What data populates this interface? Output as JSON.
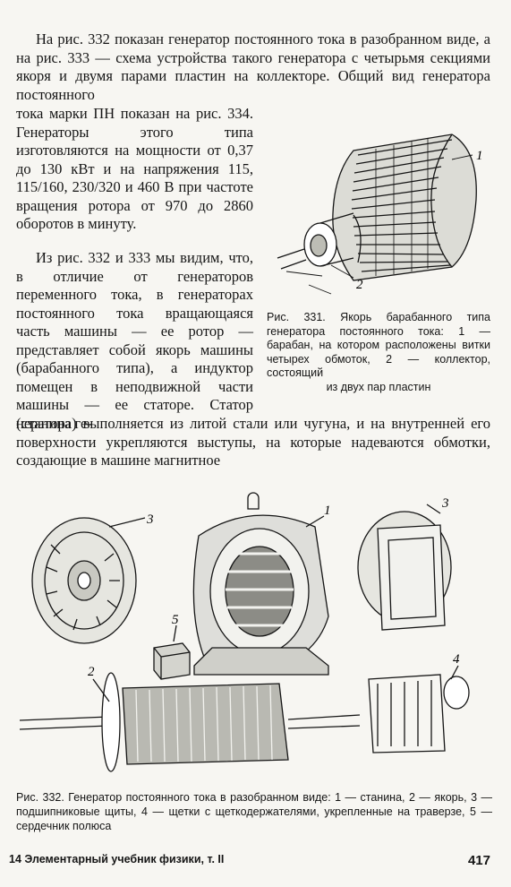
{
  "text": {
    "p1": "На рис. 332 показан генератор постоянного тока в разобранном виде, а на рис. 333 — схема устройства такого генератора с четырьмя секциями якоря и двумя парами пластин на коллекторе. Общий вид генератора постоянного",
    "p2": "тока марки ПН показан на рис. 334. Генераторы этого типа изготовляются на мощности от 0,37 до 130 кВт и на напряжения 115, 115/160, 230/320 и 460 В при частоте вращения ротора от 970 до 2860 оборотов в минуту.",
    "p3": "Из рис. 332 и 333 мы видим, что, в отличие от генераторов переменного тока, в генераторах постоянного тока вращающаяся часть машины — ее ротор — представляет собой якорь машины (барабанного типа), а индуктор помещен в неподвижной части машины — ее статоре. Статор (станина ге-",
    "p4": "нератора) выполняется из литой стали или чугуна, и на внутренней его поверхности укрепляются выступы, на которые надеваются обмотки, создающие в машине магнитное"
  },
  "fig331": {
    "labels": [
      "1",
      "2"
    ],
    "caption_main": "Рис. 331. Якорь барабанного типа генератора постоянного тока: 1 — барабан, на котором расположены витки четырех обмоток, 2 — коллектор, состоящий",
    "caption_last": "из двух пар пластин"
  },
  "fig332": {
    "labels": [
      "1",
      "2",
      "3",
      "3",
      "4",
      "5"
    ],
    "caption": "Рис. 332. Генератор постоянного тока в разобранном виде: 1 — станина, 2 — якорь, 3 — подшипниковые щиты, 4 — щетки с щеткодержателями, укрепленные на траверзе, 5 — сердечник полюса"
  },
  "footer": {
    "left": "14 Элементарный учебник физики, т. II",
    "page": "417"
  }
}
